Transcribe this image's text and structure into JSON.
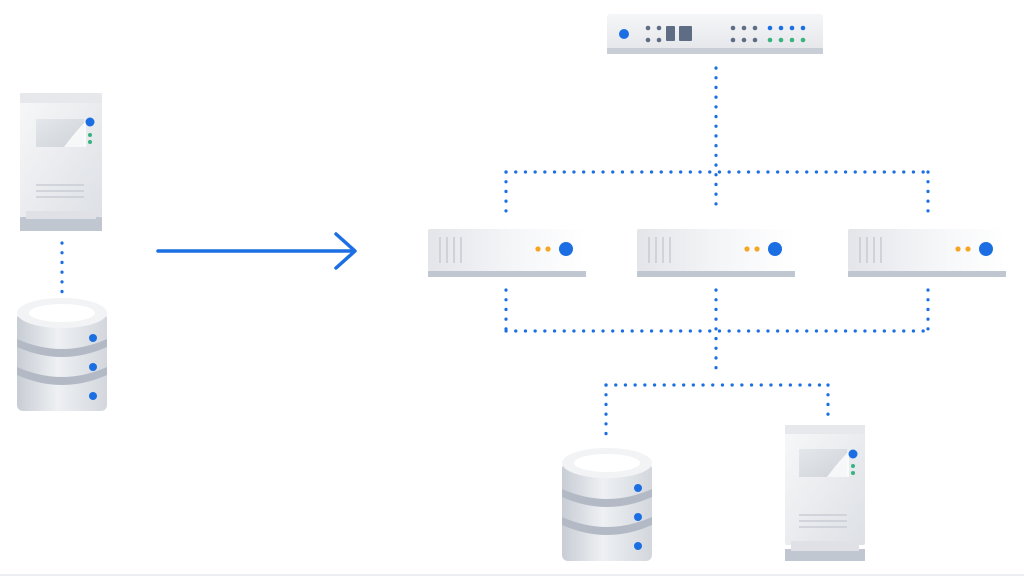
{
  "diagram": {
    "description_free": true
  },
  "colors": {
    "accent_blue": "#1c6fe3",
    "link_dot_blue": "#1c6fe3",
    "device_body_light": "#f4f5f7",
    "device_body_mid": "#dfe1e6",
    "device_body_dark": "#c1c7d0",
    "device_shadow": "#b3bac5",
    "led_orange": "#f5a623",
    "led_green": "#36b37e",
    "led_dark": "#5e6c84"
  },
  "icons": {
    "left_server": "tower-server-icon",
    "left_database": "database-icon",
    "arrow": "arrow-right-icon",
    "top_switch": "network-switch-icon",
    "rack_servers": "rack-server-icon",
    "bottom_database": "database-icon",
    "bottom_server": "tower-server-icon"
  },
  "nodes": [
    {
      "id": "left-server",
      "icon": "tower-server-icon"
    },
    {
      "id": "left-database",
      "icon": "database-icon"
    },
    {
      "id": "network-switch",
      "icon": "network-switch-icon"
    },
    {
      "id": "rack-server-1",
      "icon": "rack-server-icon"
    },
    {
      "id": "rack-server-2",
      "icon": "rack-server-icon"
    },
    {
      "id": "rack-server-3",
      "icon": "rack-server-icon"
    },
    {
      "id": "bottom-database",
      "icon": "database-icon"
    },
    {
      "id": "bottom-server",
      "icon": "tower-server-icon"
    }
  ],
  "links": [
    {
      "from": "left-server",
      "to": "left-database",
      "style": "dotted"
    },
    {
      "from": "left-server",
      "to": "network-switch",
      "style": "arrow"
    },
    {
      "from": "network-switch",
      "to": "rack-server-1",
      "style": "dotted"
    },
    {
      "from": "network-switch",
      "to": "rack-server-2",
      "style": "dotted"
    },
    {
      "from": "network-switch",
      "to": "rack-server-3",
      "style": "dotted"
    },
    {
      "from": "rack-server-1",
      "to": "bottom-database",
      "style": "dotted"
    },
    {
      "from": "rack-server-2",
      "to": "bottom-database",
      "style": "dotted"
    },
    {
      "from": "rack-server-3",
      "to": "bottom-database",
      "style": "dotted"
    },
    {
      "from": "rack-server-2",
      "to": "bottom-server",
      "style": "dotted"
    }
  ]
}
